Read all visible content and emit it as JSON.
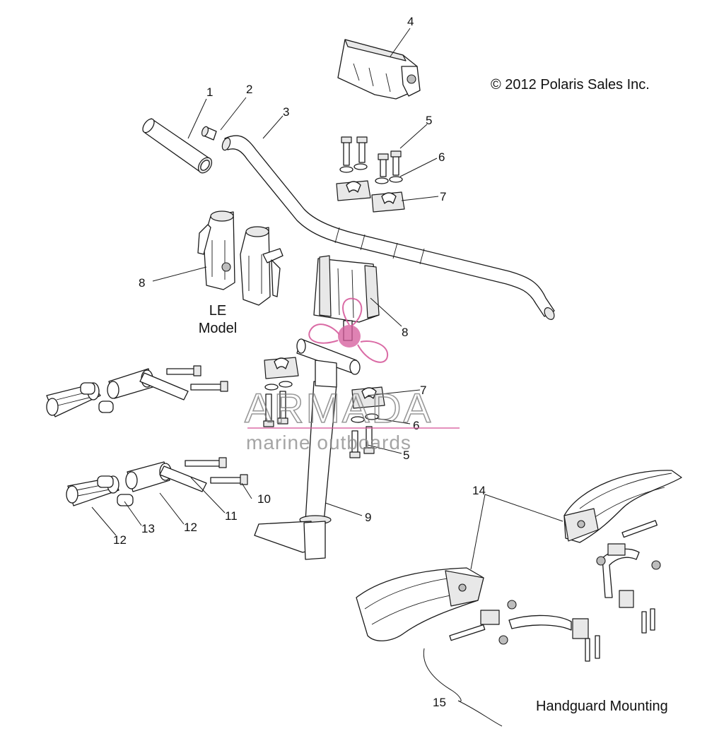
{
  "copyright": "© 2012 Polaris Sales Inc.",
  "le_model_line1": "LE",
  "le_model_line2": "Model",
  "handguard_label": "Handguard Mounting",
  "watermark": {
    "brand": "ARMADA",
    "tagline": "marine outboards",
    "accent_color": "#d65c9c",
    "text_color": "#7a7a7a"
  },
  "callouts": {
    "c1": "1",
    "c2": "2",
    "c3": "3",
    "c4": "4",
    "c5a": "5",
    "c6a": "6",
    "c7a": "7",
    "c8a": "8",
    "c8b": "8",
    "c7b": "7",
    "c6b": "6",
    "c5b": "5",
    "c9": "9",
    "c10": "10",
    "c11": "11",
    "c12a": "12",
    "c12b": "12",
    "c13": "13",
    "c14": "14",
    "c15": "15"
  }
}
